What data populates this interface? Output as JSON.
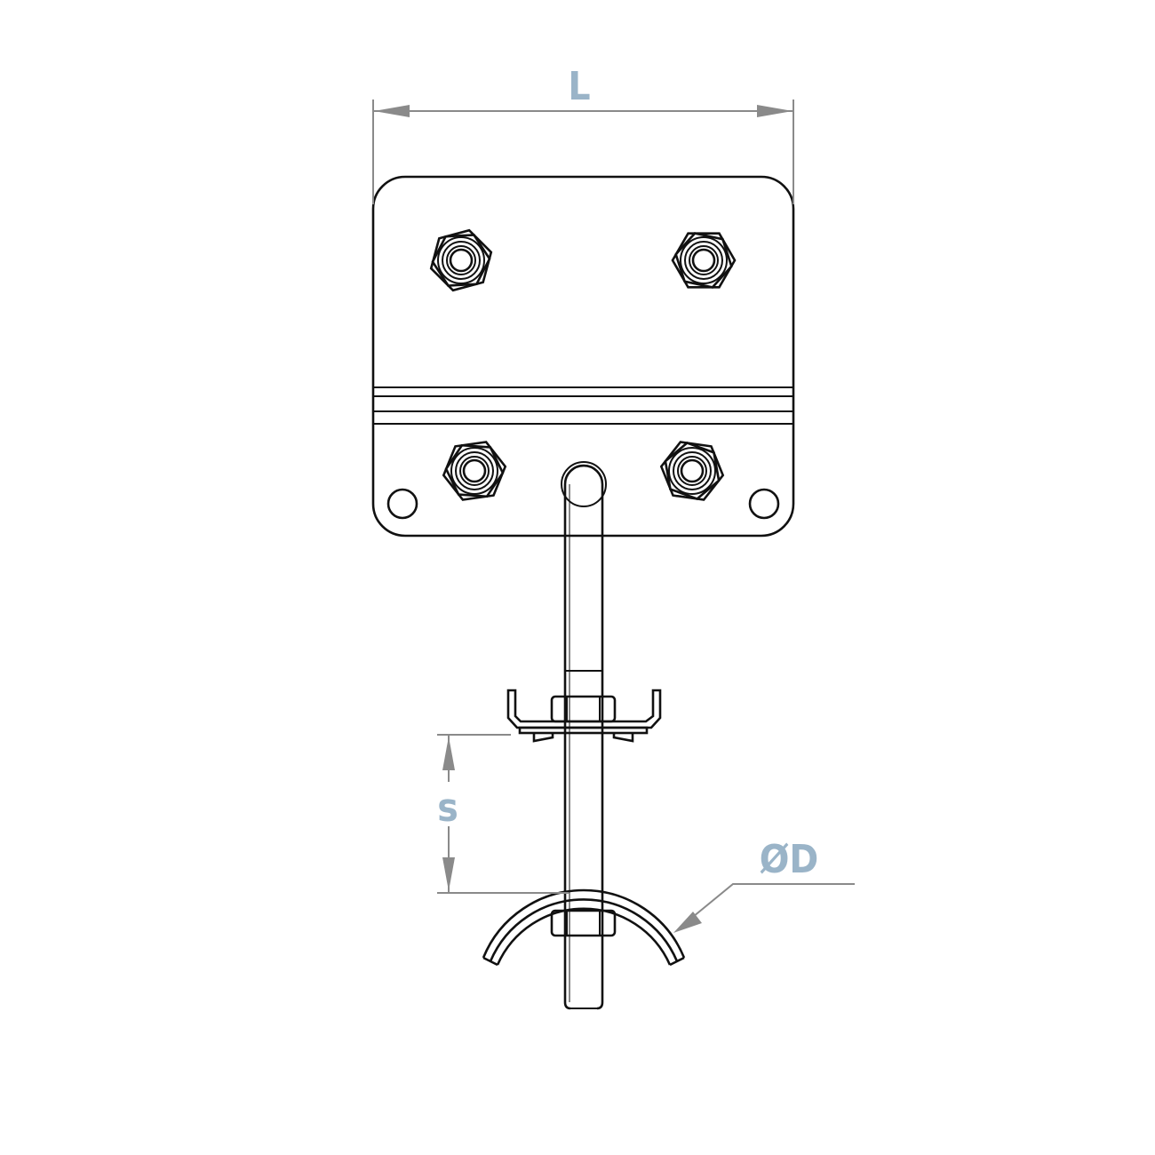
{
  "drawing": {
    "dimension_labels": {
      "length": "L",
      "spacing": "s",
      "diameter": "ØD"
    },
    "colors": {
      "outline": "#111111",
      "dimension_line": "#8a8a8a",
      "dimension_label": "#9ab4c8"
    }
  }
}
